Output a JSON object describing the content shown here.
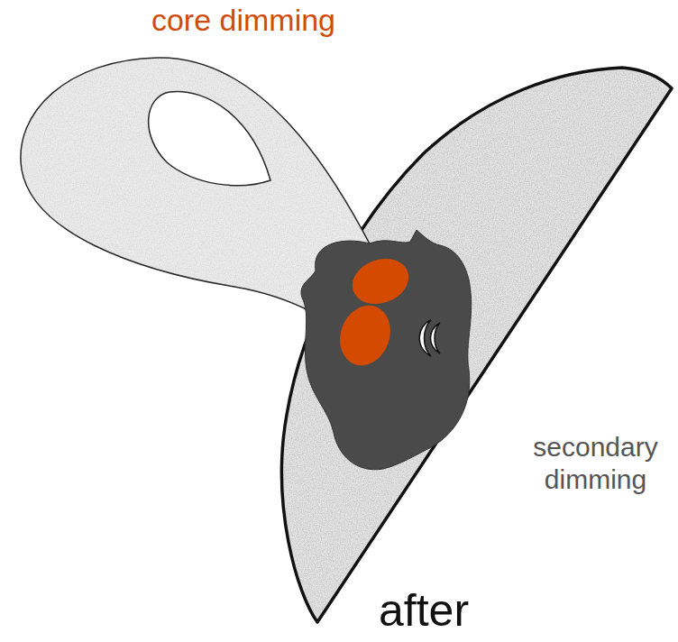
{
  "diagram": {
    "labels": [
      "core dimming",
      "secondary dimming",
      "after"
    ]
  }
}
